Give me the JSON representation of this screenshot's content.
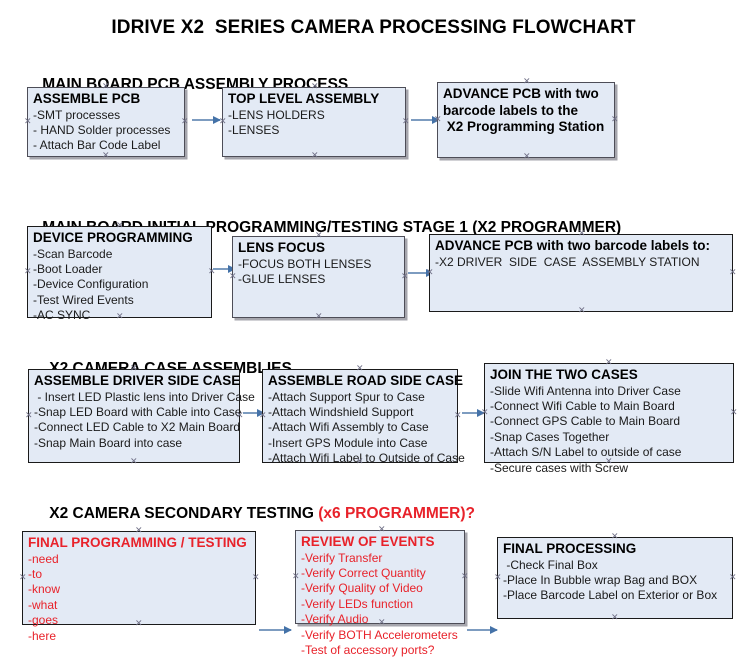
{
  "title": "IDRIVE X2  SERIES CAMERA PROCESSING FLOWCHART",
  "colors": {
    "box_fill": "#e3eaf5",
    "box_border": "#1a1a1a",
    "arrow": "#7d9cc0",
    "arrow_head": "#4472a8",
    "accent_red": "#e8222a",
    "text": "#000000"
  },
  "sections": [
    {
      "header": "MAIN BOARD PCB ASSEMBLY PROCESS",
      "header_accent": "",
      "nodes": [
        {
          "title": "ASSEMBLE PCB",
          "lines": [
            "-SMT processes",
            "- HAND Solder processes",
            "- Attach Bar Code Label"
          ]
        },
        {
          "title": "TOP LEVEL ASSEMBLY",
          "lines": [
            "-LENS HOLDERS",
            "-LENSES"
          ]
        },
        {
          "title": "ADVANCE PCB with two",
          "lines": [
            "barcode labels to the",
            " X2 Programming Station"
          ]
        }
      ]
    },
    {
      "header": "MAIN BOARD INITIAL PROGRAMMING/TESTING STAGE 1 (X2 PROGRAMMER)",
      "header_accent": "",
      "nodes": [
        {
          "title": "DEVICE PROGRAMMING",
          "lines": [
            "-Scan Barcode",
            "-Boot Loader",
            "-Device Configuration",
            "-Test Wired Events",
            "-AC SYNC"
          ]
        },
        {
          "title": "LENS FOCUS",
          "lines": [
            "-FOCUS BOTH LENSES",
            "-GLUE LENSES"
          ]
        },
        {
          "title": "ADVANCE PCB with two barcode labels to:",
          "lines": [
            "-X2 DRIVER  SIDE  CASE  ASSEMBLY STATION"
          ]
        }
      ]
    },
    {
      "header": "X2 CAMERA CASE ASSEMBLIES",
      "header_accent": "",
      "nodes": [
        {
          "title": "ASSEMBLE DRIVER SIDE CASE",
          "lines": [
            " - Insert LED Plastic lens into Driver Case",
            "-Snap LED Board with Cable into Case",
            "-Connect LED Cable to X2 Main Board",
            "-Snap Main Board into case"
          ]
        },
        {
          "title": "ASSEMBLE ROAD SIDE CASE",
          "lines": [
            "-Attach Support Spur to Case",
            "-Attach Windshield Support",
            "-Attach Wifi Assembly to Case",
            "-Insert GPS Module into Case",
            "-Attach Wifi Label to Outside of Case"
          ]
        },
        {
          "title": "JOIN THE TWO CASES",
          "lines": [
            "-Slide Wifi Antenna into Driver Case",
            "-Connect Wifi Cable to Main Board",
            "-Connect GPS Cable to Main Board",
            "-Snap Cases Together",
            "-Attach S/N Label to outside of case",
            "-Secure cases with Screw"
          ]
        }
      ]
    },
    {
      "header": "X2 CAMERA SECONDARY TESTING ",
      "header_accent": "(x6 PROGRAMMER)?",
      "nodes": [
        {
          "title": "FINAL PROGRAMMING / TESTING",
          "lines": [
            "-need",
            "-to",
            "-know",
            "-what",
            "-goes",
            "-here"
          ]
        },
        {
          "title": "REVIEW OF EVENTS",
          "lines": [
            "-Verify Transfer",
            "-Verify Correct Quantity",
            "-Verify Quality of Video",
            "-Verify LEDs function",
            "-Verify Audio",
            "-Verify BOTH Accelerometers",
            "-Test of accessory ports?"
          ]
        },
        {
          "title": "FINAL PROCESSING",
          "lines": [
            " -Check Final Box",
            "-Place In Bubble wrap Bag and BOX",
            "-Place Barcode Label on Exterior or Box"
          ]
        }
      ]
    }
  ]
}
